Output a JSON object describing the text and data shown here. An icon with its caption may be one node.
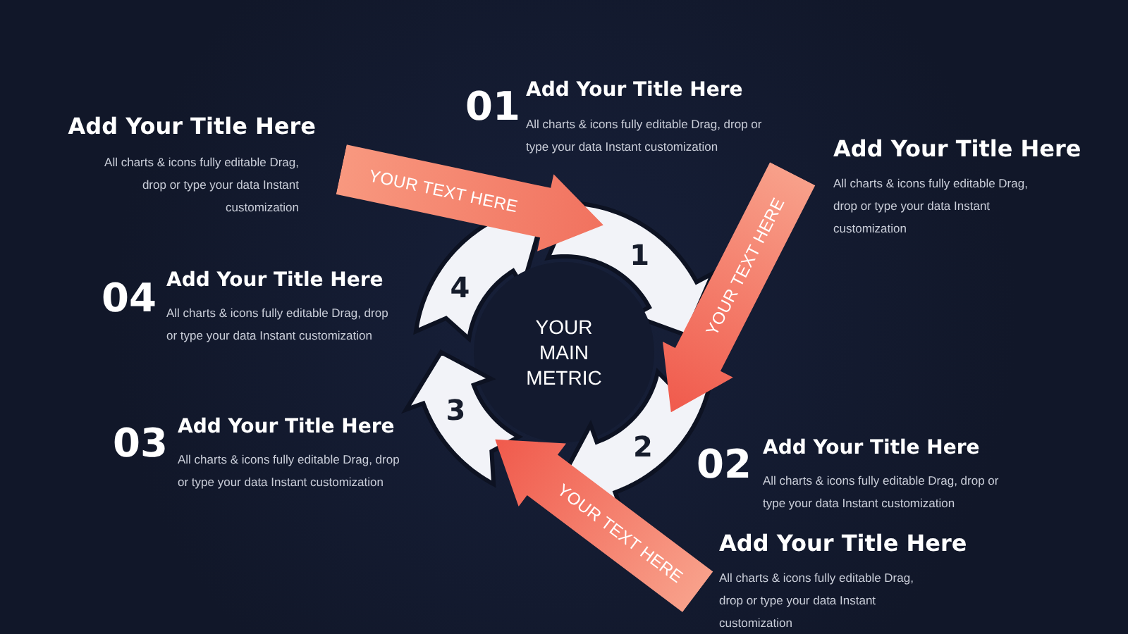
{
  "diagram": {
    "nodes": [
      {
        "text": [
          "YOUR TEXT HERE"
        ]
      },
      {
        "text": [
          "1"
        ]
      },
      {
        "text": [
          "YOUR TEXT HERE"
        ]
      },
      {
        "text": [
          "4"
        ]
      },
      {
        "text": [
          "YOUR MAIN METRIC"
        ]
      },
      {
        "text": [
          "3"
        ]
      },
      {
        "text": [
          "2"
        ]
      },
      {
        "text": [
          "YOUR TEXT HERE"
        ]
      }
    ],
    "labels": [
      "01",
      "Add Your Title Here",
      "All charts & icons fully editable Drag, drop or type your data Instant customization",
      "Add Your Title Here",
      "All charts & icons fully editable Drag, drop or type your data Instant customization",
      "Add Your Title Here",
      "All charts & icons fully editable Drag, drop or type your data Instant customization",
      "04",
      "Add Your Title Here",
      "All charts & icons fully editable Drag, drop or type your data Instant customization",
      "03",
      "Add Your Title Here",
      "All charts & icons fully editable Drag, drop or type your data Instant customization",
      "02",
      "Add Your Title Here",
      "All charts & icons fully editable Drag, drop or type your data Instant customization",
      "Add Your Title Here",
      "All charts & icons fully editable Drag, drop or type your data Instant customization"
    ]
  }
}
